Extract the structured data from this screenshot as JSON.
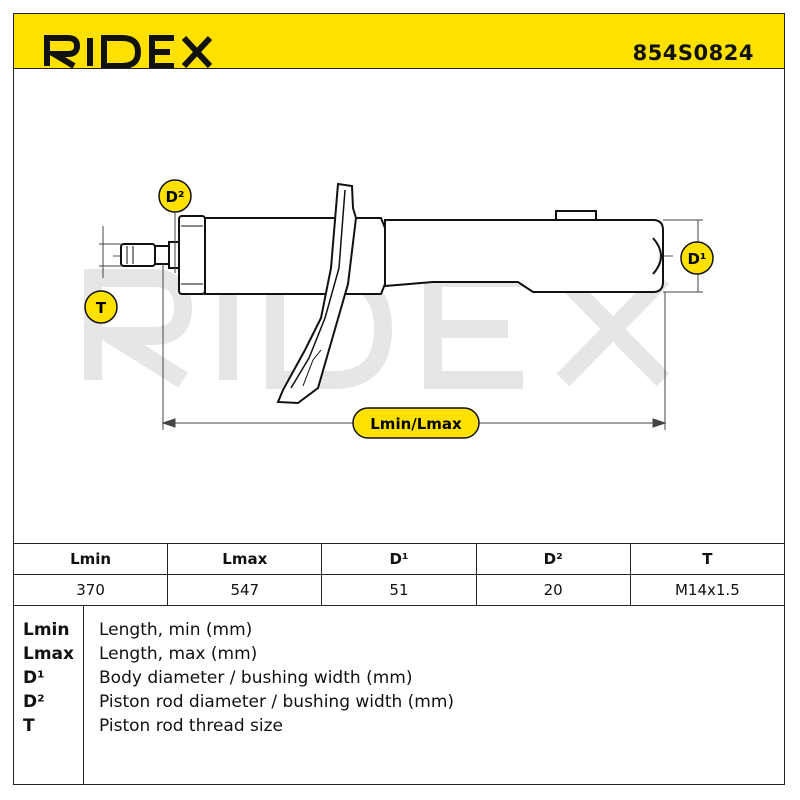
{
  "header": {
    "logo_text": "RIDEX",
    "part_number": "854S0824",
    "accent_color": "#ffe100"
  },
  "drawing": {
    "watermark": "RIDEX",
    "labels": {
      "d2": "D²",
      "d1": "D¹",
      "t": "T",
      "length": "Lmin/Lmax"
    }
  },
  "specs": {
    "columns": [
      "Lmin",
      "Lmax",
      "D¹",
      "D²",
      "T"
    ],
    "values": [
      "370",
      "547",
      "51",
      "20",
      "M14x1.5"
    ]
  },
  "legend": [
    {
      "key": "Lmin",
      "desc": "Length, min (mm)"
    },
    {
      "key": "Lmax",
      "desc": "Length, max (mm)"
    },
    {
      "key": "D¹",
      "desc": "Body diameter / bushing width (mm)"
    },
    {
      "key": "D²",
      "desc": "Piston rod diameter / bushing width (mm)"
    },
    {
      "key": "T",
      "desc": "Piston rod thread size"
    }
  ]
}
